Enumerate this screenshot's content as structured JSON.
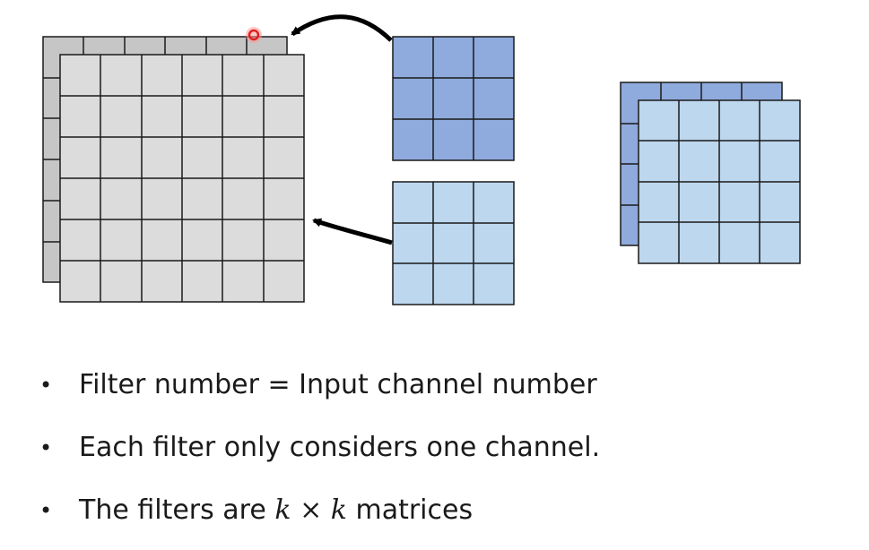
{
  "colors": {
    "input_back": "#c6c6c6",
    "input_front": "#dcdcdc",
    "filter_dark": "#8faadc",
    "filter_light": "#bdd7ee",
    "out_back": "#8faadc",
    "out_front": "#bdd7ee",
    "grid_line": "#1a1a1a",
    "arrow": "#000000",
    "cursor": "#e02020"
  },
  "icons": {
    "cursor": "pointer-dot-icon",
    "bullet": "bullet-dot-icon"
  },
  "bullets": [
    {
      "text": "Filter number = Input channel number"
    },
    {
      "text": "Each filter only considers one channel."
    },
    {
      "prefix": "The filters are ",
      "k1": "k",
      "times": " × ",
      "k2": "k",
      "suffix": " matrices"
    }
  ]
}
